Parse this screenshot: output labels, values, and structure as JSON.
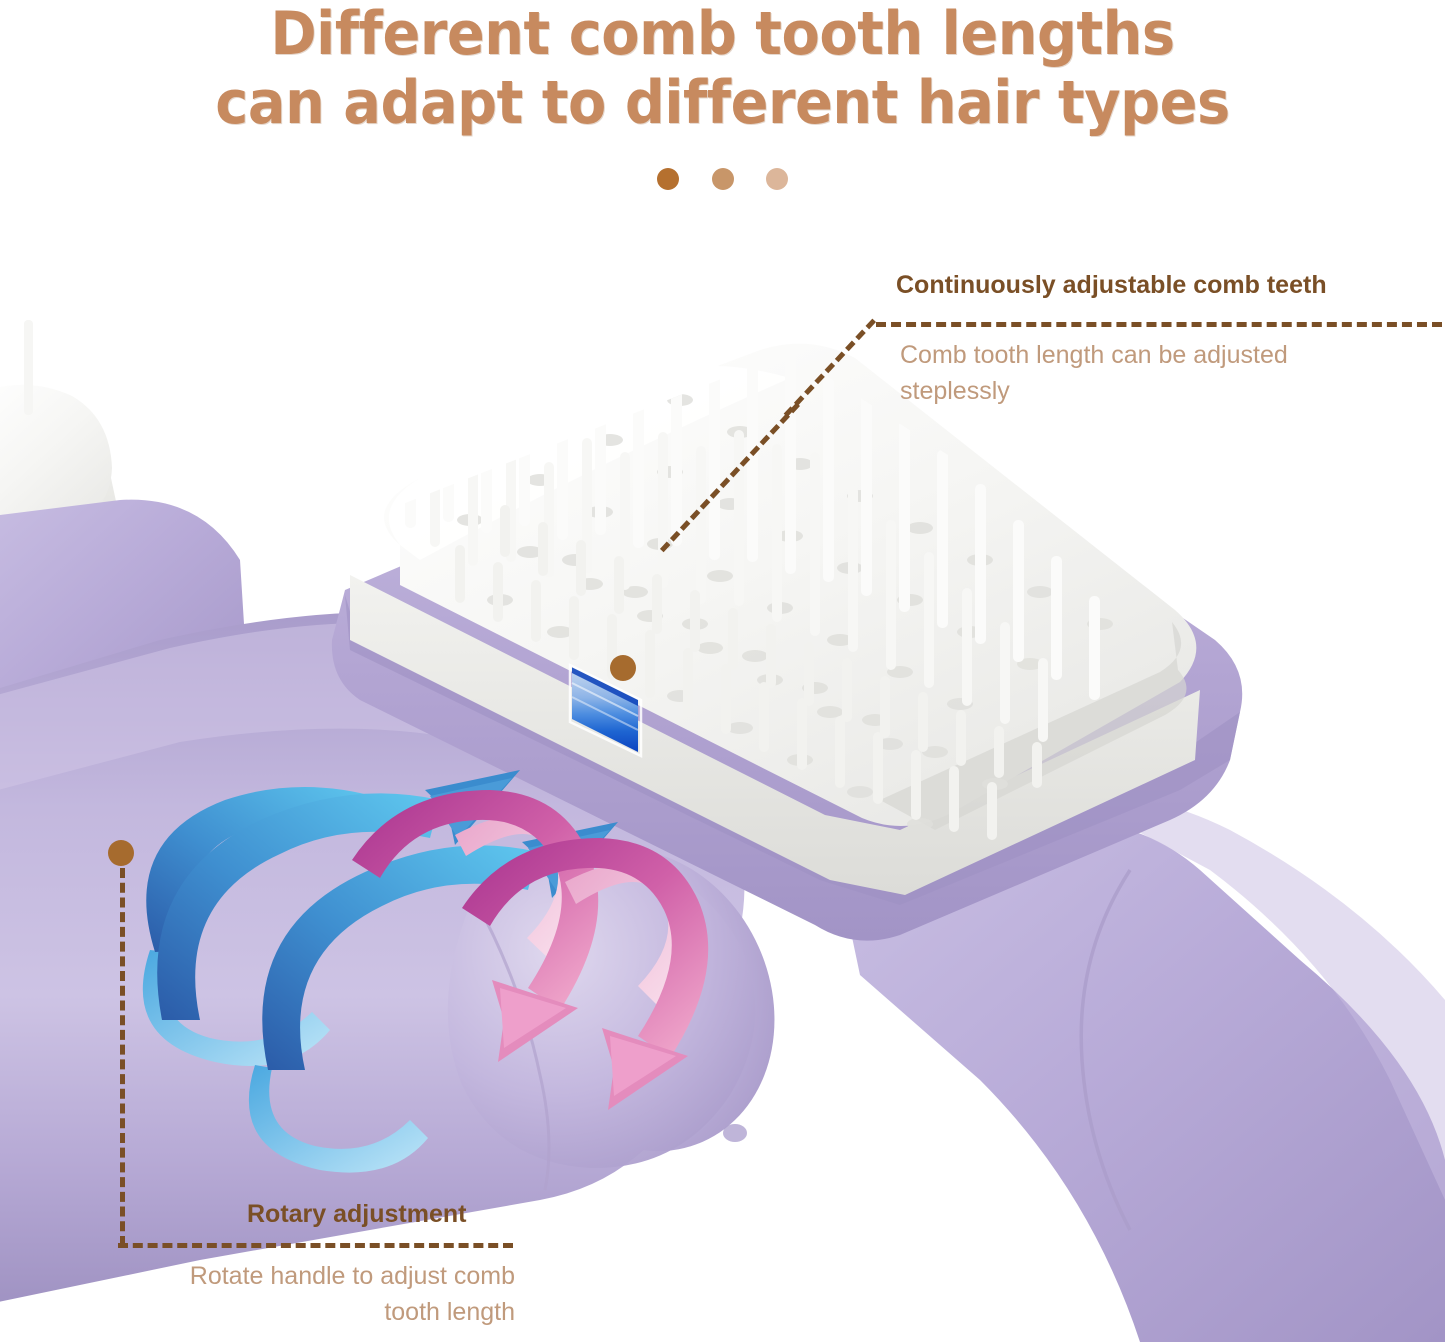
{
  "title": {
    "line1": "Different comb tooth lengths",
    "line2": "can adapt to different hair types",
    "color": "#c78a5f"
  },
  "pagination_dots": [
    {
      "name": "dot-1",
      "color": "#b5702f"
    },
    {
      "name": "dot-2",
      "color": "#c89669"
    },
    {
      "name": "dot-3",
      "color": "#dcb69a"
    }
  ],
  "callouts": {
    "comb_teeth": {
      "heading": "Continuously adjustable comb teeth",
      "body_line1": "Comb tooth length can be adjusted",
      "body_line2": "steplessly",
      "heading_color": "#7a4f26",
      "body_color": "#c09a7c"
    },
    "rotary": {
      "heading": "Rotary adjustment",
      "body_line1": "Rotate handle to adjust comb",
      "body_line2": "tooth length",
      "heading_color": "#7a4f26",
      "body_color": "#c09a7c"
    }
  },
  "product": {
    "brush_body_color": "#b9abd8",
    "brush_pad_color": "#f4f4f2",
    "bristle_color": "#fbfbfa",
    "indicator_band": {
      "name": "blue-gradient-indicator",
      "stripe_colors": [
        "#b9cdec",
        "#a8c4ea",
        "#6fa3e0",
        "#2f79d8",
        "#1b5fcf",
        "#0d49c4"
      ]
    },
    "rotation_arrows": {
      "up_arrow_color_start": "#2f5fa8",
      "up_arrow_color_end": "#5cc2ea",
      "down_arrow_color_start": "#a8338f",
      "down_arrow_color_end": "#f2a9cc"
    }
  }
}
